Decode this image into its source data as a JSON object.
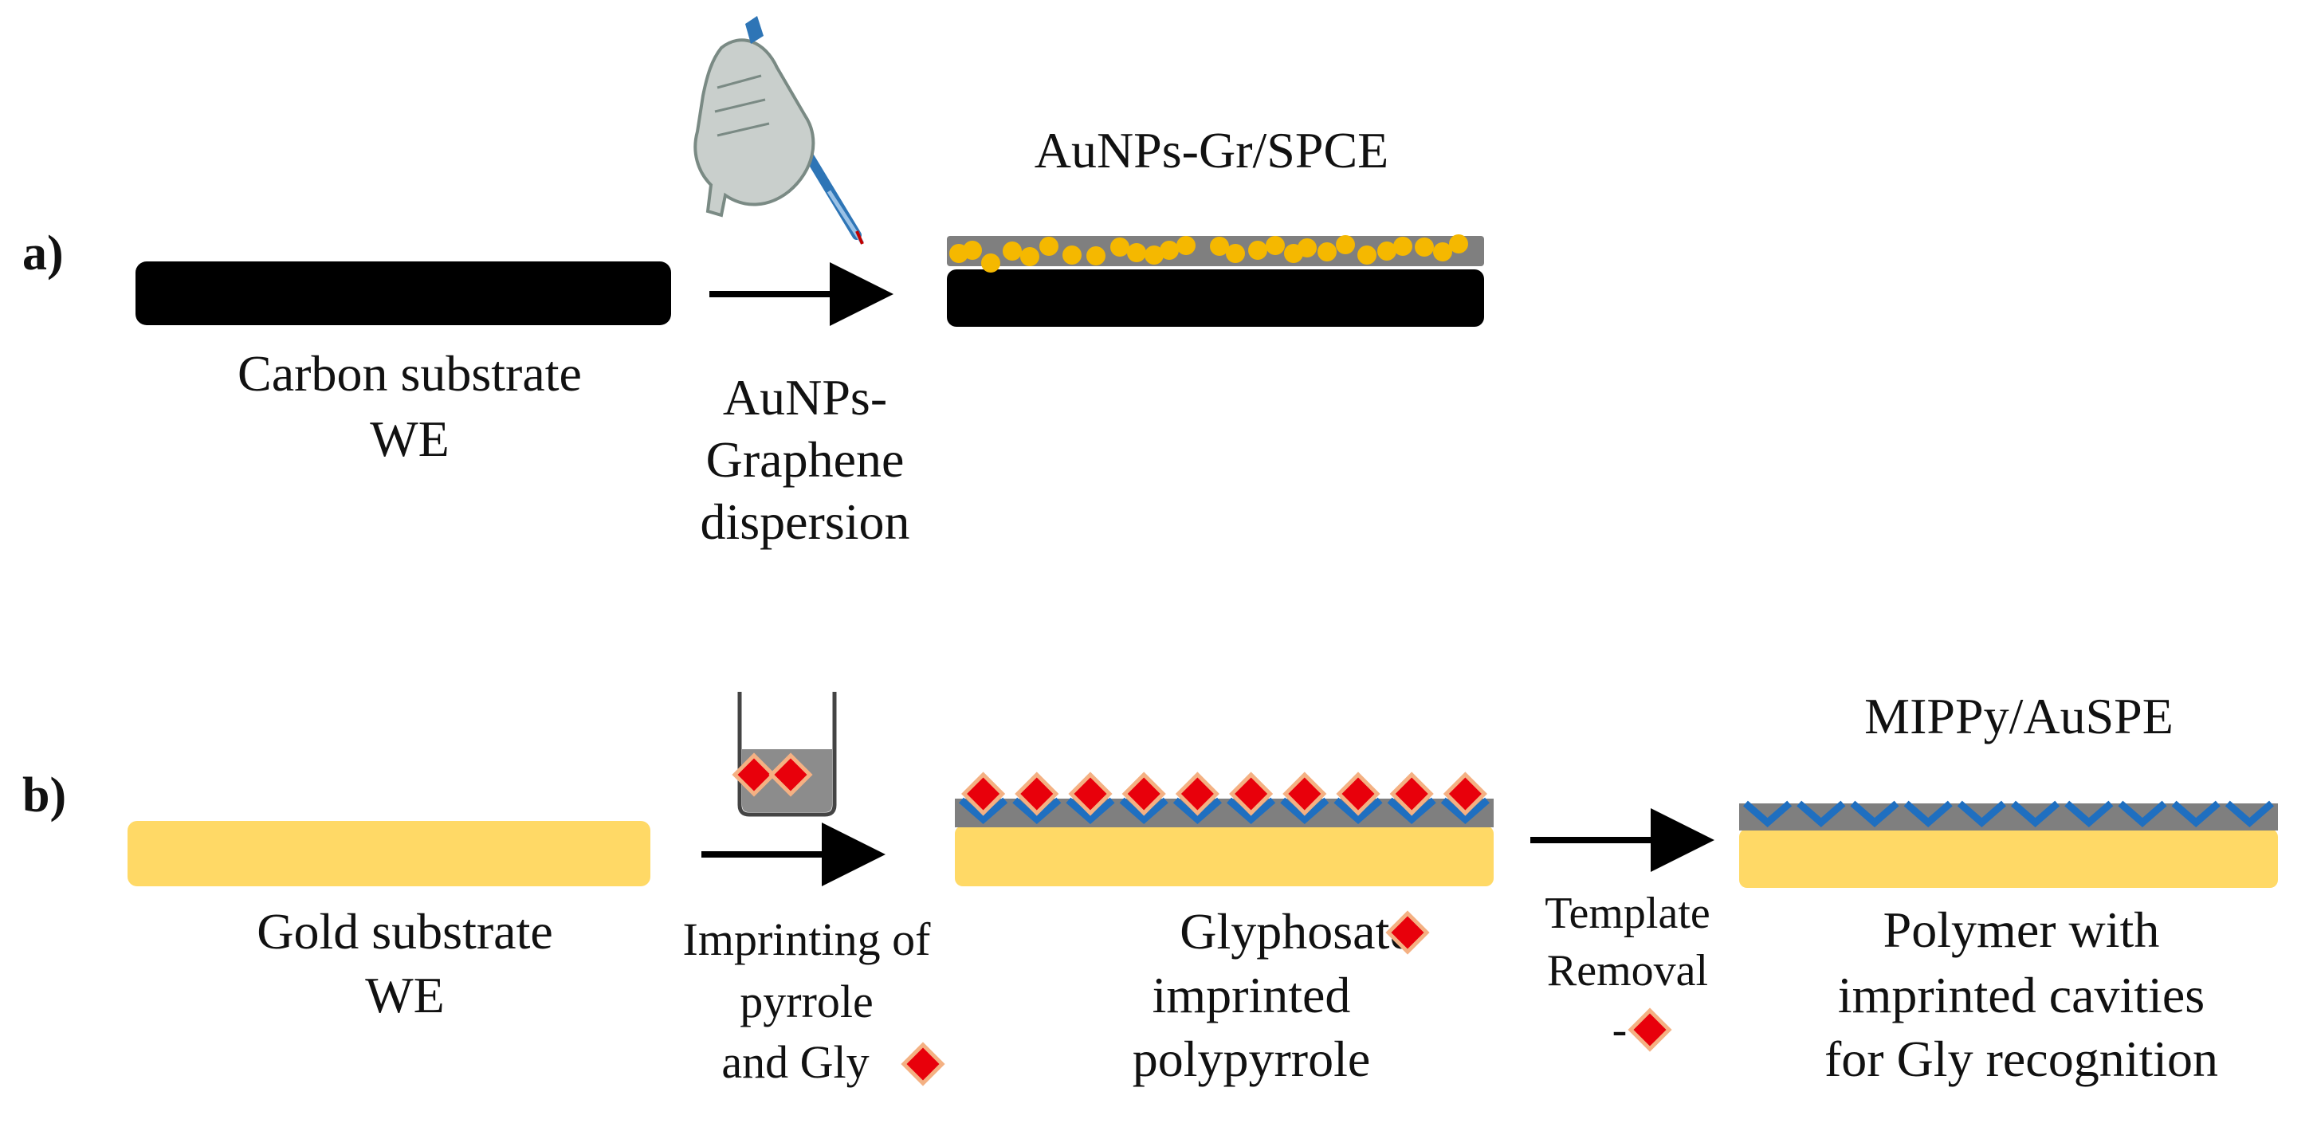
{
  "panel_a": {
    "label": "a)",
    "substrate_line1": "Carbon substrate",
    "substrate_line2": "WE",
    "step_line1": "AuNPs-",
    "step_line2": "Graphene",
    "step_line3": "dispersion",
    "product_label": "AuNPs-Gr/SPCE"
  },
  "panel_b": {
    "label": "b)",
    "substrate_line1": "Gold substrate",
    "substrate_line2": "WE",
    "step1_line1": "Imprinting of",
    "step1_line2": "pyrrole",
    "step1_line3": "and Gly",
    "intermediate_line1": "Glyphosate",
    "intermediate_line2": "imprinted",
    "intermediate_line3": "polypyrrole",
    "step2_line1": "Template",
    "step2_line2": "Removal",
    "step2_line3": "-",
    "product_label": "MIPPy/AuSPE",
    "product_line1": "Polymer with",
    "product_line2": "imprinted cavities",
    "product_line3": "for Gly recognition"
  },
  "colors": {
    "carbon": "#000000",
    "gold": "#FFD966",
    "graphene_layer": "#7F7F7F",
    "nanoparticle": "#F5B800",
    "polymer_cavity": "#1F6FC0",
    "glyphosate": "#E8000B",
    "glyphosate_outline": "#F4B183",
    "arrow": "#000000"
  },
  "icons": {
    "pipette": "gloved-hand-pipette-icon",
    "beaker": "beaker-icon",
    "glyphosate_marker": "red-diamond-icon"
  }
}
